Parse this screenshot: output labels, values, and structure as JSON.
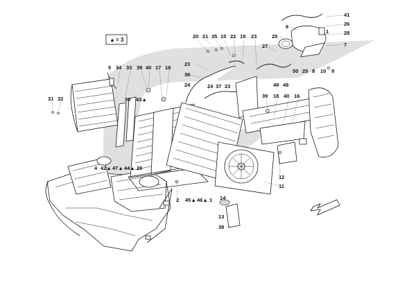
{
  "legend": {
    "symbol": "▲",
    "equals": "=",
    "value": "3"
  },
  "callouts": [
    {
      "id": "c41",
      "text": "41"
    },
    {
      "id": "c26",
      "text": "26"
    },
    {
      "id": "c6",
      "text": "6"
    },
    {
      "id": "c28",
      "text": "28"
    },
    {
      "id": "c1a",
      "text": "1"
    },
    {
      "id": "c25a",
      "text": "25"
    },
    {
      "id": "c7",
      "text": "7"
    },
    {
      "id": "c20",
      "text": "20"
    },
    {
      "id": "c21",
      "text": "21"
    },
    {
      "id": "c35",
      "text": "35"
    },
    {
      "id": "c15",
      "text": "15"
    },
    {
      "id": "c22",
      "text": "22"
    },
    {
      "id": "c19",
      "text": "19"
    },
    {
      "id": "c23a",
      "text": "23"
    },
    {
      "id": "c27",
      "text": "27"
    },
    {
      "id": "c23b",
      "text": "23"
    },
    {
      "id": "c36",
      "text": "36"
    },
    {
      "id": "c50",
      "text": "50"
    },
    {
      "id": "c25b",
      "text": "25"
    },
    {
      "id": "c8",
      "text": "8"
    },
    {
      "id": "c10",
      "text": "10"
    },
    {
      "id": "c9",
      "text": "9"
    },
    {
      "id": "c5",
      "text": "5"
    },
    {
      "id": "c34",
      "text": "34"
    },
    {
      "id": "c33",
      "text": "33"
    },
    {
      "id": "c39a",
      "text": "39"
    },
    {
      "id": "c40a",
      "text": "40"
    },
    {
      "id": "c17",
      "text": "17"
    },
    {
      "id": "c18a",
      "text": "18"
    },
    {
      "id": "c24a",
      "text": "24"
    },
    {
      "id": "c24b",
      "text": "24"
    },
    {
      "id": "c37",
      "text": "37"
    },
    {
      "id": "c23c",
      "text": "23"
    },
    {
      "id": "c49",
      "text": "49"
    },
    {
      "id": "c48",
      "text": "48"
    },
    {
      "id": "c30",
      "text": "30"
    },
    {
      "id": "c43",
      "text": "43▲"
    },
    {
      "id": "c31",
      "text": "31"
    },
    {
      "id": "c32",
      "text": "32"
    },
    {
      "id": "c39b",
      "text": "39"
    },
    {
      "id": "c18b",
      "text": "18"
    },
    {
      "id": "c40b",
      "text": "40"
    },
    {
      "id": "c16",
      "text": "16"
    },
    {
      "id": "c4",
      "text": "4"
    },
    {
      "id": "c42",
      "text": "42▲"
    },
    {
      "id": "c47",
      "text": "47▲"
    },
    {
      "id": "c44",
      "text": "44▲"
    },
    {
      "id": "c29",
      "text": "29"
    },
    {
      "id": "c12",
      "text": "12"
    },
    {
      "id": "c11",
      "text": "11"
    },
    {
      "id": "c2",
      "text": "2"
    },
    {
      "id": "c45",
      "text": "45▲"
    },
    {
      "id": "c46",
      "text": "46▲"
    },
    {
      "id": "c1b",
      "text": "1"
    },
    {
      "id": "c14",
      "text": "14"
    },
    {
      "id": "c13",
      "text": "13"
    },
    {
      "id": "c38",
      "text": "38"
    }
  ],
  "colors": {
    "watermark": "#d6d6d6",
    "line": "#1a1a1a",
    "background": "#ffffff"
  },
  "icons": {
    "direction": "direction-arrow-icon"
  }
}
